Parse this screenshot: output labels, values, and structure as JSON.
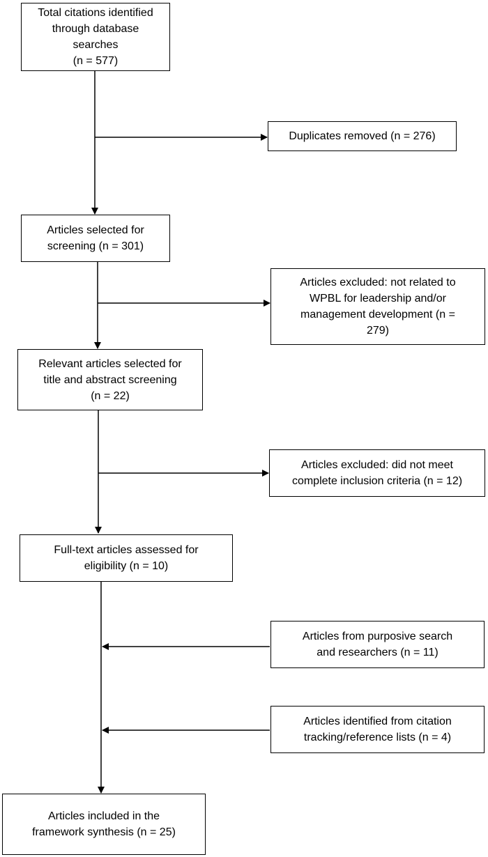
{
  "flowchart": {
    "boxes": {
      "total_citations": [
        "Total citations identified",
        "through database searches",
        "(n = 577)"
      ],
      "duplicates_removed": [
        "Duplicates removed (n = 276)"
      ],
      "selected_for_screening": [
        "Articles selected for",
        "screening (n = 301)"
      ],
      "excluded_not_related": [
        "Articles excluded: not related to",
        "WPBL for leadership and/or",
        "management development (n =",
        "279)"
      ],
      "title_abstract": [
        "Relevant articles selected for",
        "title and abstract screening",
        "(n = 22)"
      ],
      "excluded_criteria": [
        "Articles excluded: did not meet",
        "complete inclusion criteria (n = 12)"
      ],
      "full_text": [
        "Full-text articles assessed for",
        "eligibility (n = 10)"
      ],
      "purposive_search": [
        "Articles from purposive search",
        "and researchers (n = 11)"
      ],
      "citation_tracking": [
        "Articles identified from citation",
        "tracking/reference lists (n = 4)"
      ],
      "included": [
        "Articles included in the",
        "framework synthesis (n = 25)"
      ]
    },
    "line_color": "#000000",
    "border_color": "#000000"
  }
}
